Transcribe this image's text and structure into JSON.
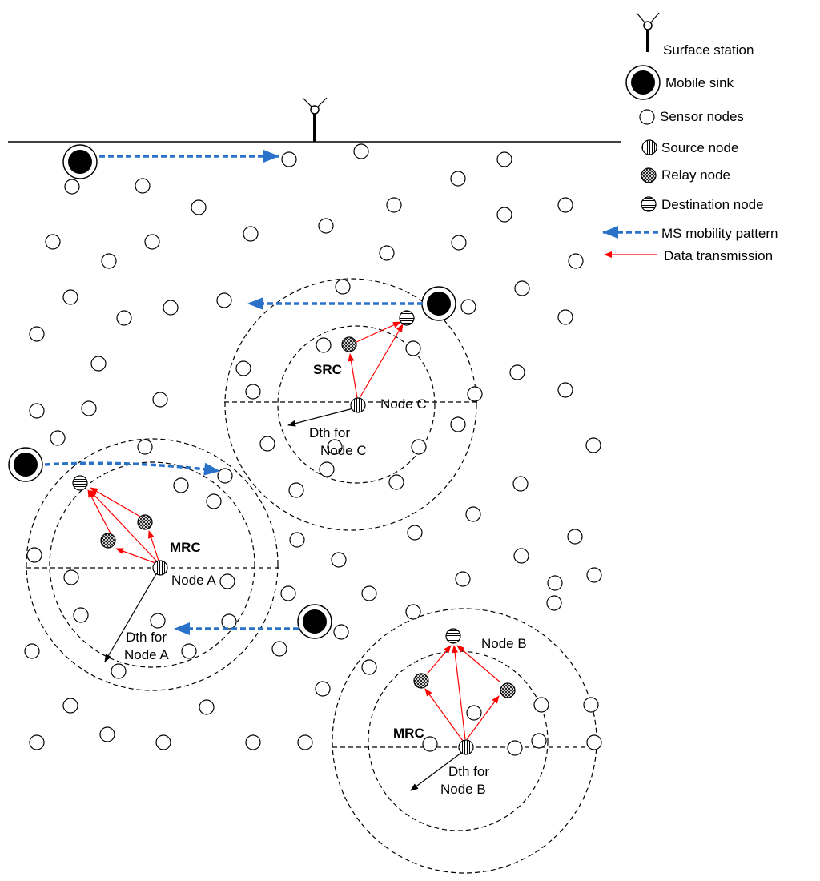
{
  "legend": {
    "surface_station": "Surface station",
    "mobile_sink": "Mobile sink",
    "sensor_nodes": "Sensor nodes",
    "source_node": "Source node",
    "relay_node": "Relay node",
    "destination_node": "Destination node",
    "ms_mobility_pattern": "MS mobility pattern",
    "data_transmission": "Data transmission"
  },
  "clusters": {
    "c": {
      "label": "SRC",
      "node": "Node C",
      "dth_line1": "Dth for",
      "dth_line2": "Node C"
    },
    "a": {
      "label": "MRC",
      "node": "Node A",
      "dth_line1": "Dth for",
      "dth_line2": "Node A"
    },
    "b": {
      "label": "MRC",
      "node": "Node B",
      "dth_line1": "Dth for",
      "dth_line2": "Node B"
    }
  },
  "colors": {
    "mobility_arrow": "#2a72c9",
    "data_arrow": "#ff0000",
    "outline": "#000000"
  },
  "icons": {
    "surface_station": "antenna-icon",
    "mobile_sink": "filled-circle-icon",
    "sensor_node": "circle-icon",
    "source_node": "vertical-hatch-circle-icon",
    "relay_node": "cross-hatch-circle-icon",
    "destination_node": "horizontal-hatch-circle-icon"
  }
}
